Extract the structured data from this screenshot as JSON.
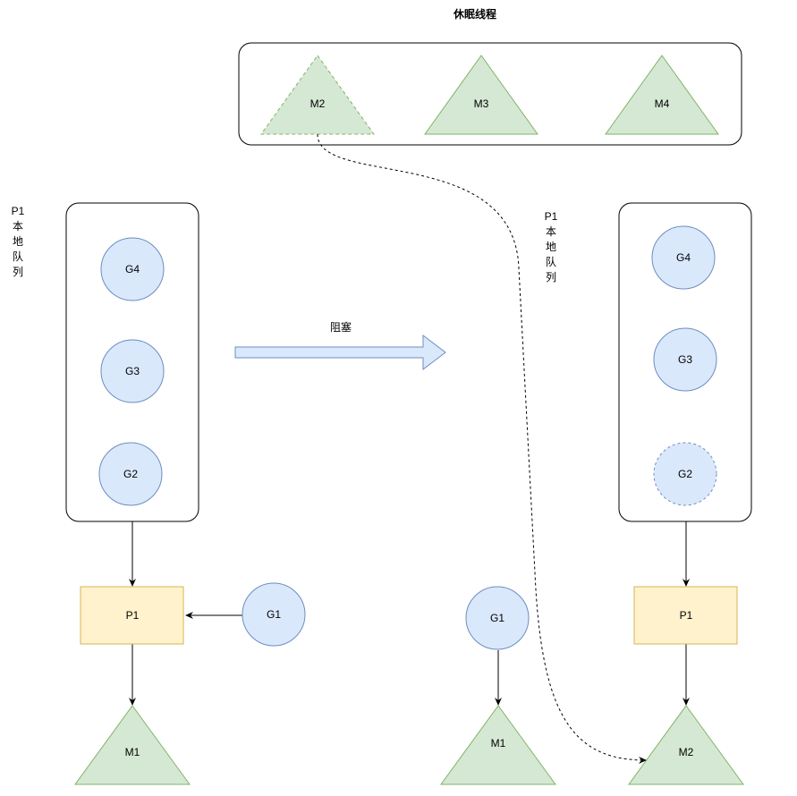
{
  "sleeping_threads": {
    "title": "休眠线程",
    "threads": [
      {
        "label": "M2",
        "state": "dashed"
      },
      {
        "label": "M3",
        "state": "solid"
      },
      {
        "label": "M4",
        "state": "solid"
      }
    ]
  },
  "before": {
    "queue_label": [
      "P1",
      "本",
      "地",
      "队",
      "列"
    ],
    "queue": [
      {
        "label": "G4"
      },
      {
        "label": "G3"
      },
      {
        "label": "G2"
      }
    ],
    "processor": "P1",
    "running_goroutine": "G1",
    "machine": "M1"
  },
  "transition": {
    "label": "阻塞"
  },
  "after": {
    "queue_label": [
      "P1",
      "本",
      "地",
      "队",
      "列"
    ],
    "queue": [
      {
        "label": "G4",
        "state": "solid"
      },
      {
        "label": "G3",
        "state": "solid"
      },
      {
        "label": "G2",
        "state": "dashed"
      }
    ],
    "processor": "P1",
    "blocked_goroutine": "G1",
    "blocked_machine": "M1",
    "new_machine": "M2"
  },
  "colors": {
    "goroutine_fill": "#dae8fc",
    "goroutine_stroke": "#6c8ebf",
    "machine_fill": "#d5e8d4",
    "machine_stroke": "#82b366",
    "processor_fill": "#fff2cc",
    "processor_stroke": "#d6b656"
  }
}
